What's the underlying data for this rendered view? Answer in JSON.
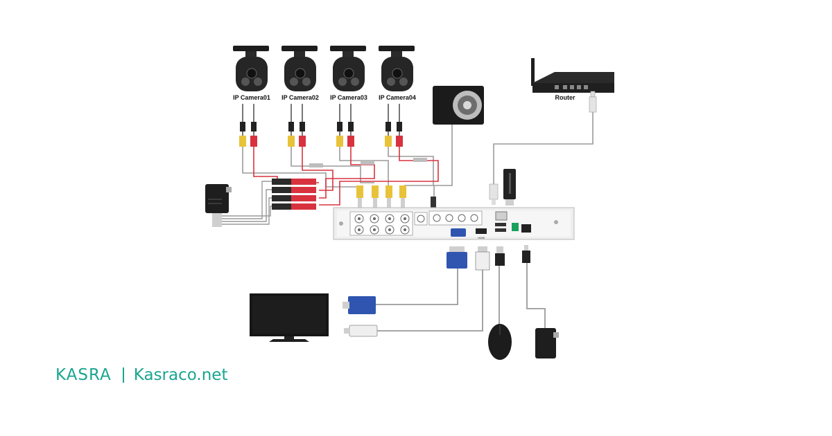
{
  "diagram": {
    "cameras": [
      {
        "label": "IP Camera01"
      },
      {
        "label": "IP Camera02"
      },
      {
        "label": "IP Camera03"
      },
      {
        "label": "IP Camera04"
      }
    ],
    "router": {
      "label": "Router"
    },
    "dvr": {
      "hdmi_label": "HDMI"
    }
  },
  "footer": {
    "logo_text": "KASRA",
    "site": "Kasraco.net"
  },
  "colors": {
    "brand": "#1aa58f",
    "cable_yellow": "#e8c33a",
    "cable_red": "#d8323f",
    "cable_gray": "#9a9a9a"
  }
}
